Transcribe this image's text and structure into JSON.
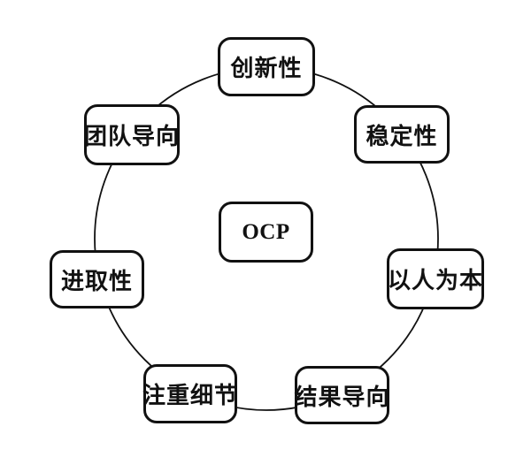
{
  "colors": {
    "stroke": "#111111",
    "background": "#ffffff"
  },
  "diagram": {
    "center_node": {
      "label": "OCP"
    },
    "nodes": [
      {
        "id": "innovation",
        "label": "创新性",
        "position": "top"
      },
      {
        "id": "stability",
        "label": "稳定性",
        "position": "upper-right"
      },
      {
        "id": "people-oriented",
        "label": "以人为本",
        "position": "right"
      },
      {
        "id": "result-oriented",
        "label": "结果导向",
        "position": "lower-right"
      },
      {
        "id": "detail-oriented",
        "label": "注重细节",
        "position": "lower-left"
      },
      {
        "id": "enterprising",
        "label": "进取性",
        "position": "left"
      },
      {
        "id": "team-oriented",
        "label": "团队导向",
        "position": "upper-left"
      }
    ]
  }
}
